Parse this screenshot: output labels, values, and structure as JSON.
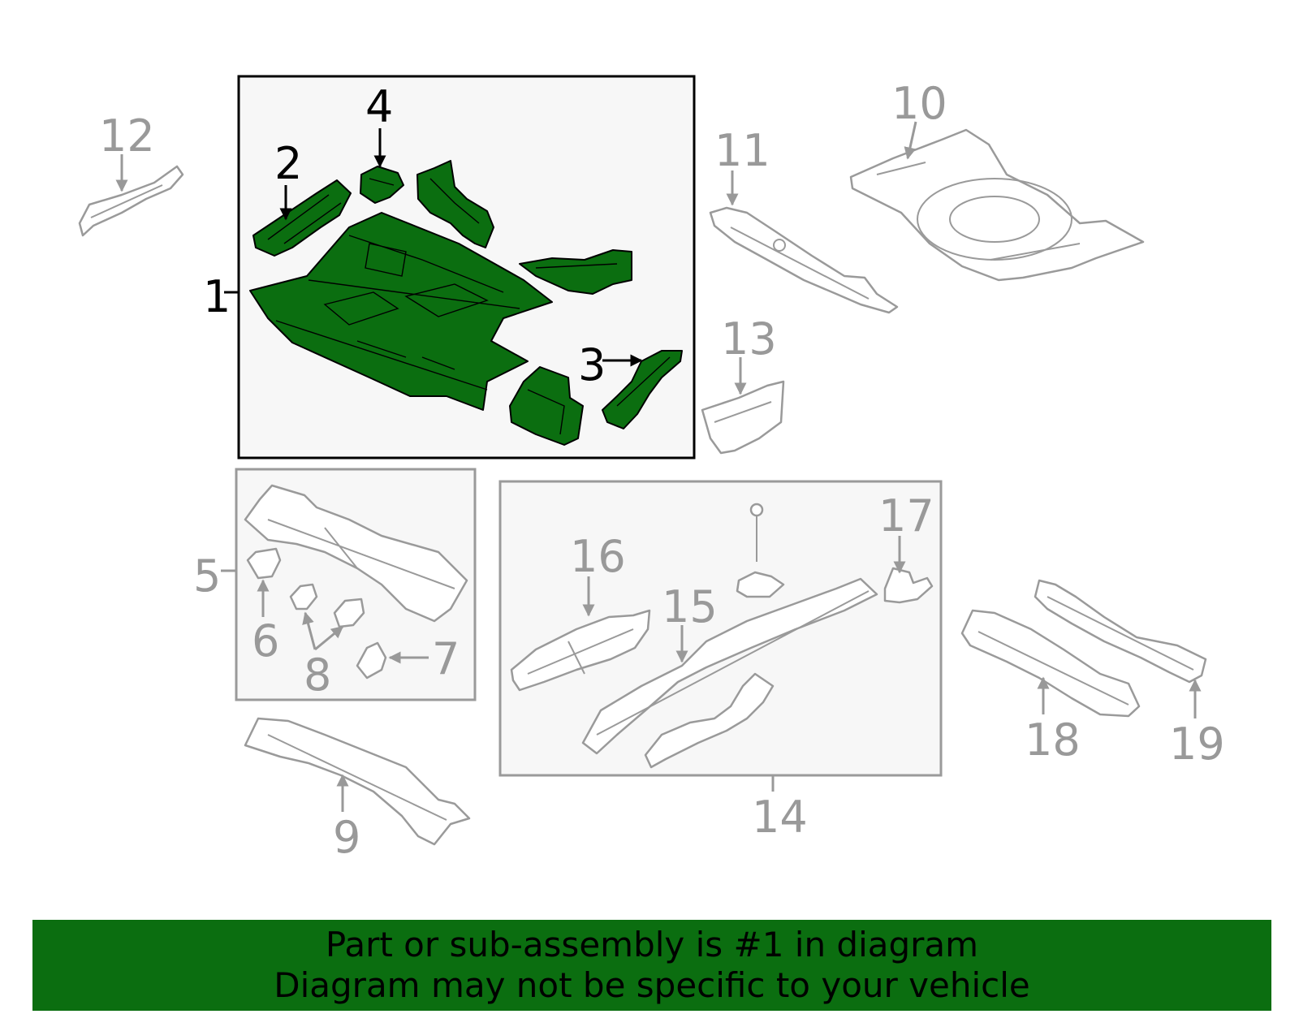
{
  "colors": {
    "highlight": "#0b6e10",
    "banner": "#0b6e10",
    "other_parts": "#9a9a9a"
  },
  "callouts": {
    "c1": "1",
    "c2": "2",
    "c3": "3",
    "c4": "4",
    "c5": "5",
    "c6": "6",
    "c7": "7",
    "c8": "8",
    "c9": "9",
    "c10": "10",
    "c11": "11",
    "c12": "12",
    "c13": "13",
    "c14": "14",
    "c15": "15",
    "c16": "16",
    "c17": "17",
    "c18": "18",
    "c19": "19"
  },
  "highlighted_part": "1",
  "banner": {
    "line1": "Part or sub-assembly is #1 in diagram",
    "line2": "Diagram may not be specific to your vehicle"
  }
}
